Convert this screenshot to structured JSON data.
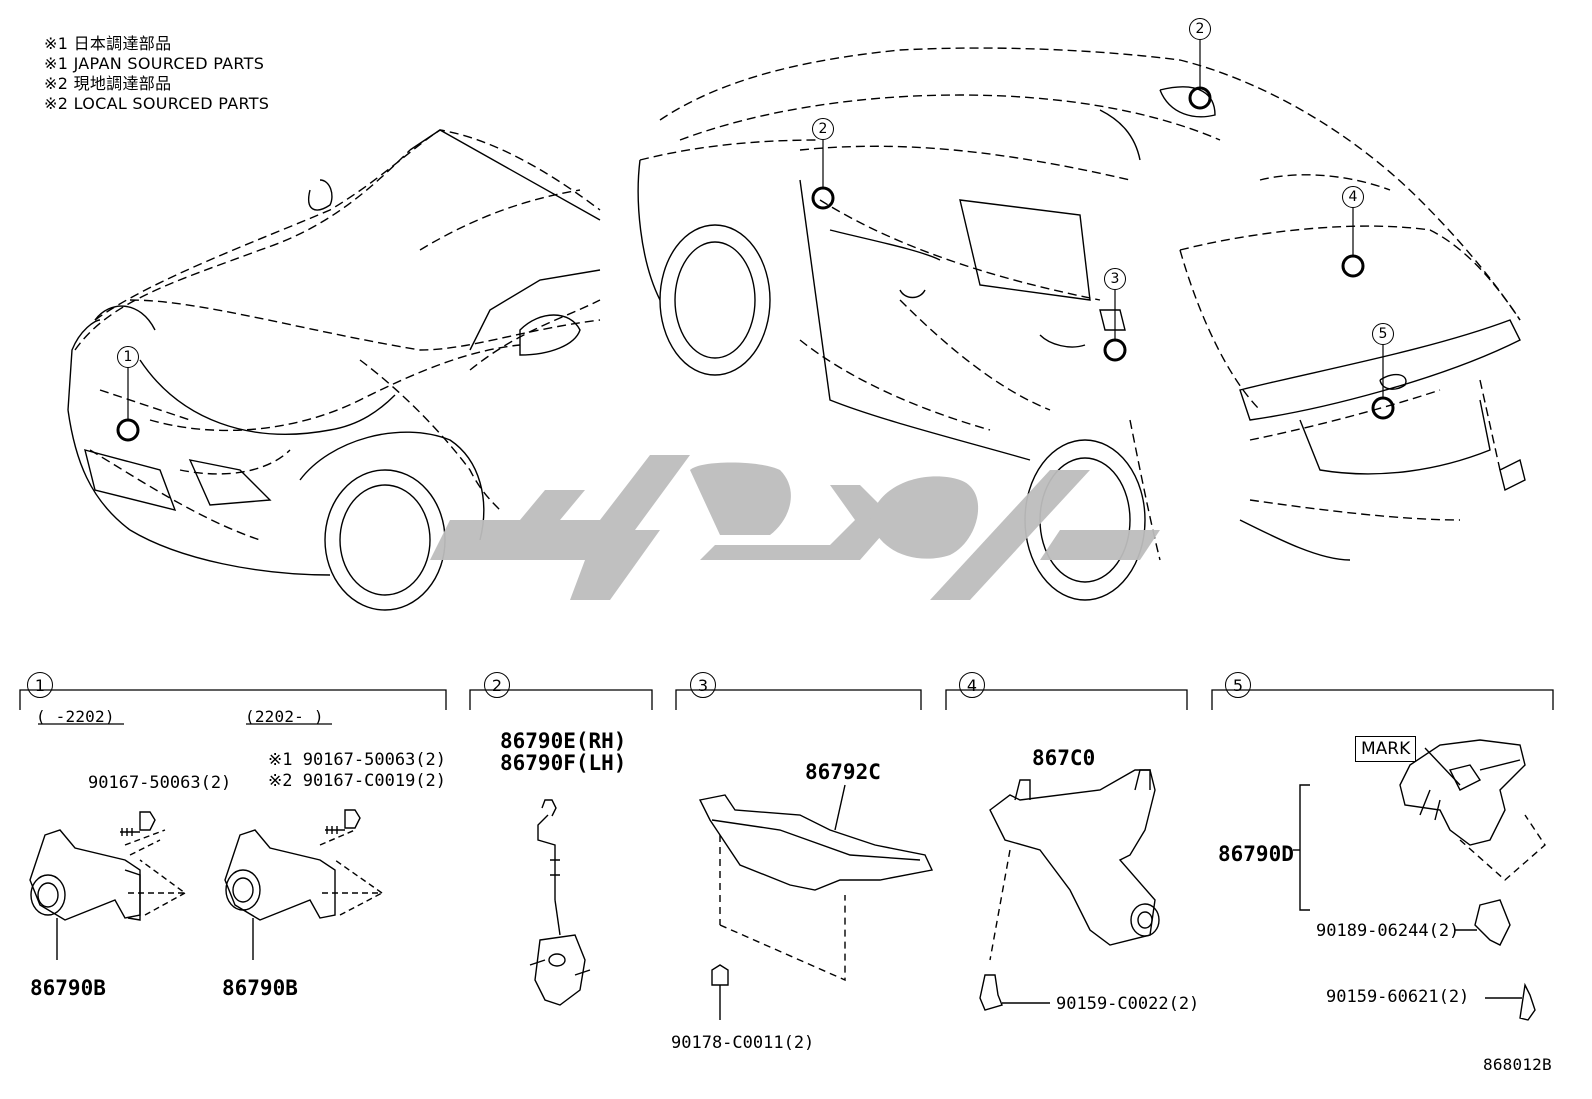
{
  "notes": [
    "※1 日本調達部品",
    "※1 JAPAN SOURCED PARTS",
    "※2 現地調達部品",
    "※2 LOCAL SOURCED PARTS"
  ],
  "callouts": [
    "1",
    "2",
    "2",
    "3",
    "4",
    "5"
  ],
  "sections": [
    {
      "num": "1",
      "ranges": [
        "(  -2202)",
        "(2202-  )"
      ],
      "bolt_a": "90167-50063(2)",
      "bolt_b_1": "※1 90167-50063(2)",
      "bolt_b_2": "※2 90167-C0019(2)",
      "part_a": "86790B",
      "part_b": "86790B"
    },
    {
      "num": "2",
      "part_rh": "86790E(RH)",
      "part_lh": "86790F(LH)"
    },
    {
      "num": "3",
      "bracket": "86792C",
      "clip": "90178-C0011(2)"
    },
    {
      "num": "4",
      "part": "867C0",
      "bolt": "90159-C0022(2)"
    },
    {
      "num": "5",
      "mark": "MARK",
      "part": "86790D",
      "clip": "90189-06244(2)",
      "bolt": "90159-60621(2)"
    }
  ],
  "figure_id": "868012B",
  "watermark_color": "#bdbdbd"
}
